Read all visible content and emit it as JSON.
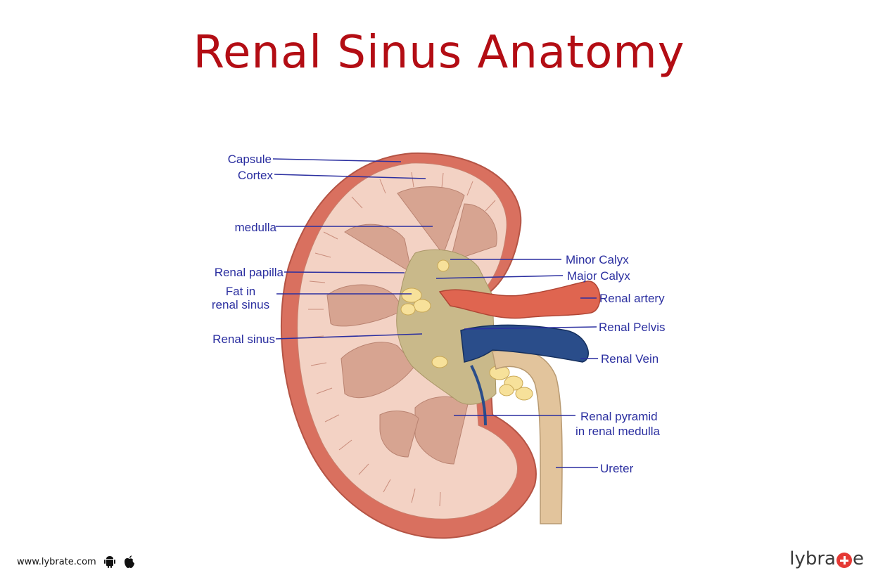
{
  "title": "Renal Sinus Anatomy",
  "labels": {
    "capsule": "Capsule",
    "cortex": "Cortex",
    "medulla": "medulla",
    "renal_papilla": "Renal papilla",
    "fat_line1": "Fat in",
    "fat_line2": "renal sinus",
    "renal_sinus": "Renal sinus",
    "minor_calyx": "Minor Calyx",
    "major_calyx": "Major Calyx",
    "renal_artery": "Renal artery",
    "renal_pelvis": "Renal Pelvis",
    "renal_vein": "Renal Vein",
    "pyramid_line1": "Renal pyramid",
    "pyramid_line2": "in renal medulla",
    "ureter": "Ureter"
  },
  "footer": {
    "url": "www.lybrate.com",
    "icons": [
      "android-icon",
      "apple-icon"
    ],
    "brand_before": "lybra",
    "brand_after": "e"
  },
  "colors": {
    "title": "#b30d14",
    "label": "#2b2fa0",
    "capsule": "#d9705f",
    "cortex": "#f3d2c4",
    "pyramid": "#d7a491",
    "sinus": "#c9b98a",
    "fat": "#f7e19a",
    "artery": "#df6550",
    "vein": "#2a4d8a",
    "ureter": "#e2c49c",
    "brand_plus": "#e53935"
  }
}
